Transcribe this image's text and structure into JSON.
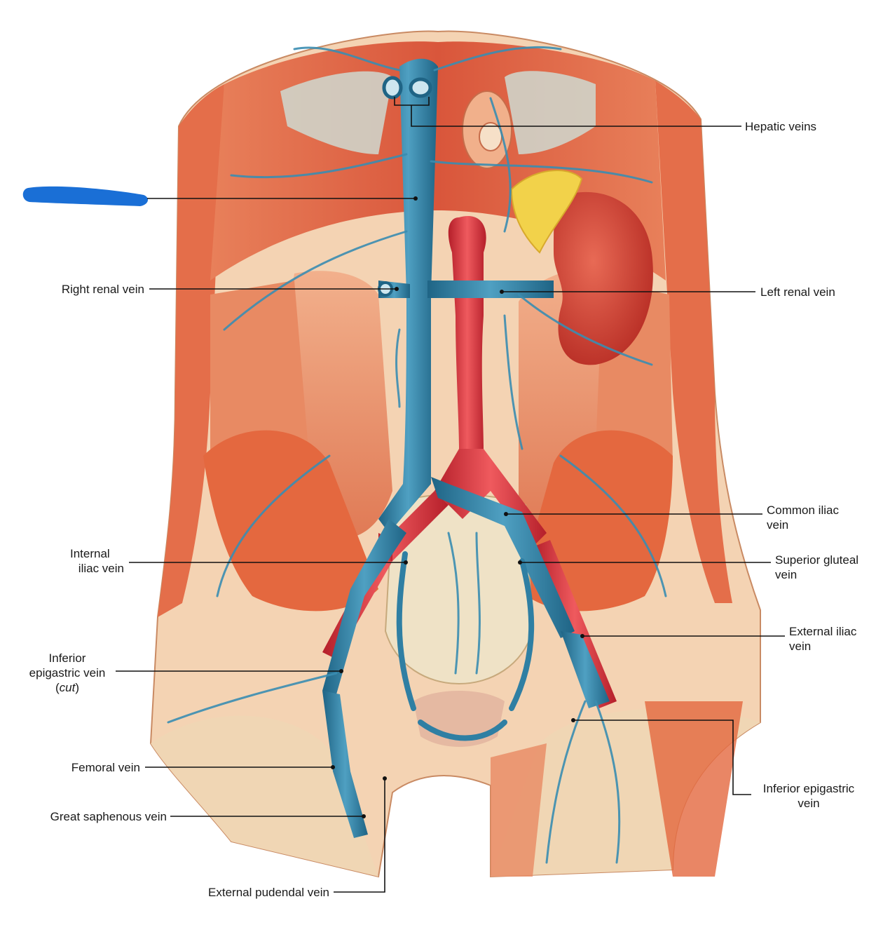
{
  "colors": {
    "vein": "#2f7fa3",
    "vein_light": "#6fb3cc",
    "artery": "#d8333a",
    "muscle": "#d9563b",
    "muscle_light": "#ee9a72",
    "fat": "#f2d24a",
    "kidney": "#c9392b",
    "bone": "#f0e2c4",
    "redaction": "#1a6fd6",
    "leader": "#111111"
  },
  "labels": {
    "hepatic_veins": "Hepatic veins",
    "right_renal_vein": "Right renal vein",
    "left_renal_vein": "Left renal vein",
    "common_iliac_vein": [
      "Common iliac",
      "vein"
    ],
    "internal_iliac_vein": [
      "Internal",
      "iliac vein"
    ],
    "superior_gluteal_vein": [
      "Superior gluteal",
      "vein"
    ],
    "external_iliac_vein": [
      "External iliac",
      "vein"
    ],
    "inferior_epigastric_vein_cut": {
      "line1": "Inferior",
      "line2": "epigastric vein",
      "line3_paren_open": "(",
      "line3_italic": "cut",
      "line3_paren_close": ")"
    },
    "femoral_vein": "Femoral vein",
    "great_saphenous_vein": "Great saphenous vein",
    "inferior_epigastric_vein": [
      "Inferior epigastric",
      "vein"
    ],
    "external_pudendal_vein": "External pudendal vein"
  }
}
